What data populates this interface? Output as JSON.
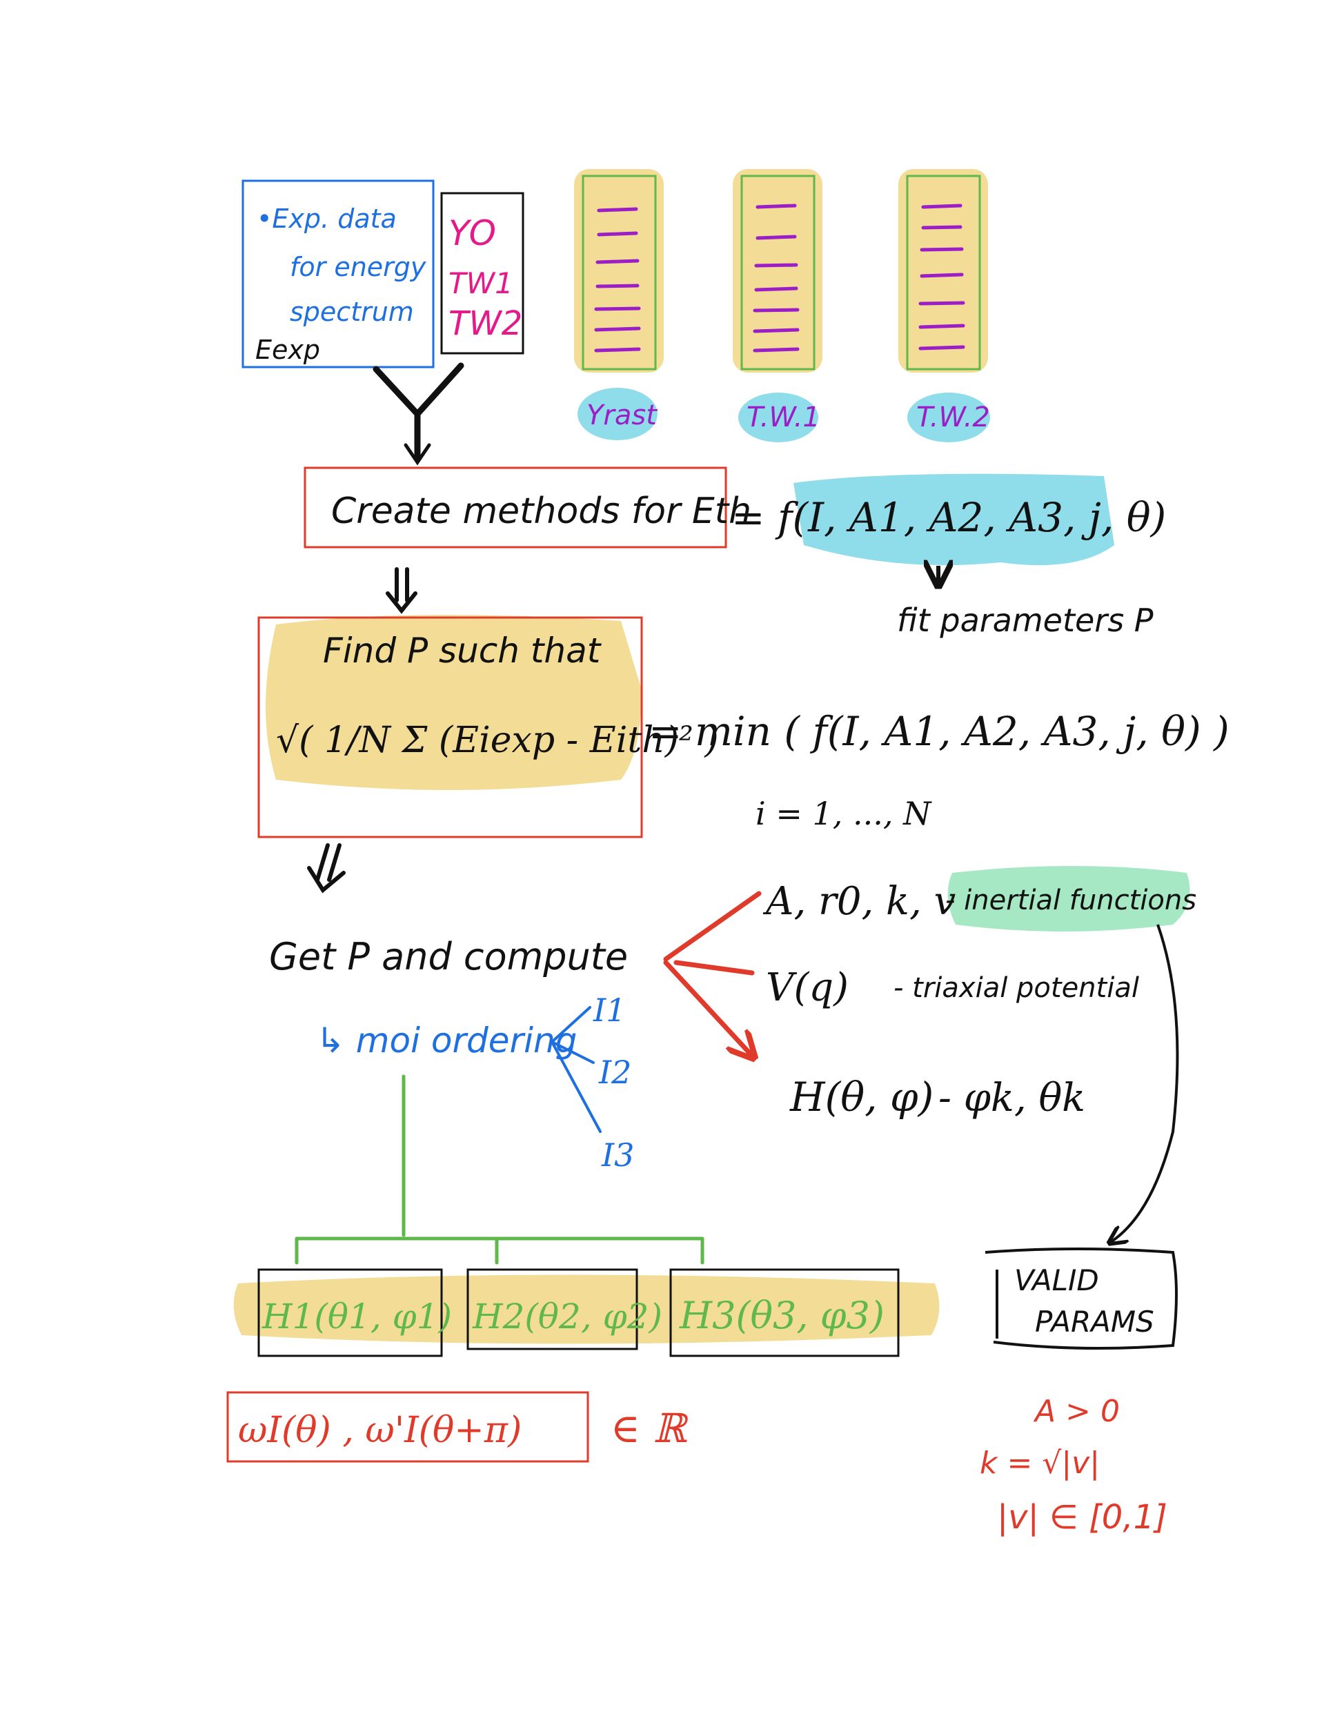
{
  "colors": {
    "blue": "#1e6fe0",
    "magenta": "#e6198a",
    "purple": "#9b1ec7",
    "green_box": "#5fb84a",
    "yellow": "#f3dd96",
    "cyan": "#8fdcea",
    "mint": "#a6e8c4",
    "red": "#e03a2a",
    "black": "#111111"
  },
  "exp_box": {
    "line1": "•Exp. data",
    "line2": "for energy",
    "line3": "spectrum",
    "label": "Eexp"
  },
  "bands_box": {
    "items": [
      "YO",
      "TW1",
      "TW2"
    ]
  },
  "spectra": [
    {
      "label": "Yrast"
    },
    {
      "label": "T.W.1"
    },
    {
      "label": "T.W.2"
    }
  ],
  "create_box": {
    "text": "Create methods for Eth",
    "formula": "= f(I, A1, A2, A3, j, θ)"
  },
  "fit_note": "fit parameters P",
  "find_box": {
    "line1": "Find P such that",
    "formula": "√( 1/N Σ (Eiexp - Eith)² )"
  },
  "min_formula": "= min ( f(I, A1, A2, A3, j, θ) )",
  "index_range": "i = 1, ..., N",
  "compute": {
    "title": "Get P and compute",
    "sub": "↳ moi ordering",
    "moments": [
      "I1",
      "I2",
      "I3"
    ]
  },
  "branches": [
    {
      "lhs": "A, r0, k, v",
      "rhs": "- inertial functions"
    },
    {
      "lhs": "V(q)",
      "rhs": "- triaxial potential"
    },
    {
      "lhs": "H(θ, φ)",
      "rhs": "- φk, θk"
    }
  ],
  "valid_box": {
    "line1": "VALID",
    "line2": "PARAMS"
  },
  "constraints": [
    "A > 0",
    "k = √|v|",
    "|v| ∈ [0,1]"
  ],
  "hamiltonians": [
    "H1(θ1, φ1)",
    "H2(θ2, φ2)",
    "H3(θ3, φ3)"
  ],
  "omega_box": {
    "text": "ωI(θ) , ω'I(θ+π)",
    "set": "∈ ℝ"
  }
}
